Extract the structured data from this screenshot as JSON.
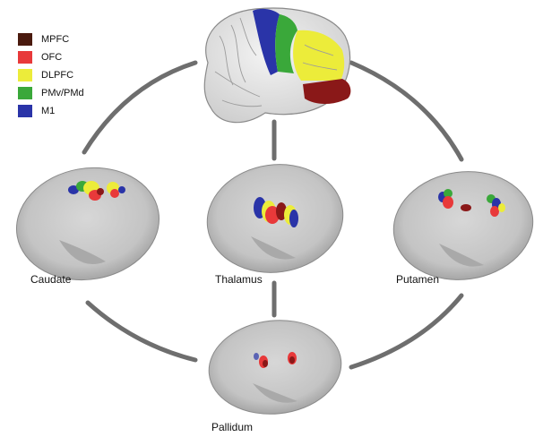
{
  "legend": [
    {
      "label": "MPFC",
      "color": "#4a1a0e"
    },
    {
      "label": "OFC",
      "color": "#e8393a"
    },
    {
      "label": "DLPFC",
      "color": "#ecec3a"
    },
    {
      "label": "PMv/PMd",
      "color": "#3aa83a"
    },
    {
      "label": "M1",
      "color": "#2a34a8"
    }
  ],
  "captions": {
    "caudate": "Caudate",
    "thalamus": "Thalamus",
    "putamen": "Putamen",
    "pallidum": "Pallidum"
  },
  "colors": {
    "connector": "#6e6e6e",
    "mpfc": "#8a1818",
    "ofc": "#e8393a",
    "dlpfc": "#ecec3a",
    "pm": "#3aa83a",
    "m1": "#2a34a8"
  }
}
